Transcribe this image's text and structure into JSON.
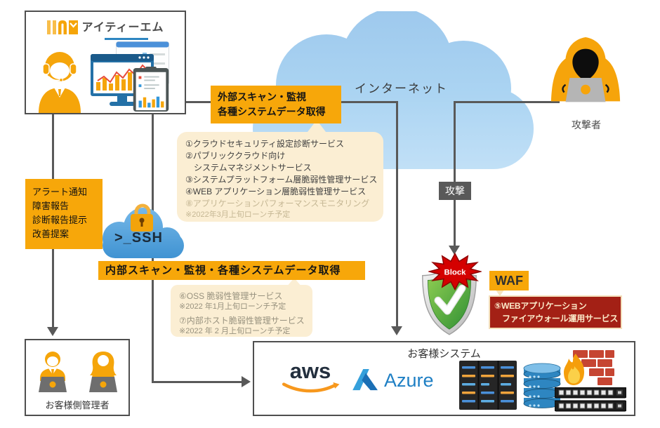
{
  "colors": {
    "accent_orange": "#F7A70A",
    "cream": "#FBEED3",
    "dark_red": "#A32015",
    "line_gray": "#595959",
    "cloud_blue": "#A9D2F1",
    "ssh_cloud_blue": "#4D9FDC",
    "azure_blue": "#1E7FC4",
    "aws_orange": "#F7981D",
    "shield_green": "#49A93C",
    "block_red": "#D40000"
  },
  "itm_box": {
    "logo_text": "アイティーエム"
  },
  "internet": {
    "label": "インターネット"
  },
  "attacker": {
    "label": "攻撃者"
  },
  "attack": {
    "label": "攻撃"
  },
  "block": {
    "label": "Block"
  },
  "external_scan": {
    "line1": "外部スキャン・監視",
    "line2": "各種システムデータ取得"
  },
  "external_services": {
    "items": [
      {
        "text": "①クラウドセキュリティ設定診断サービス"
      },
      {
        "text": "②パブリッククラウド向け"
      },
      {
        "text": "　システムマネジメントサービス"
      },
      {
        "text": "③システムプラットフォーム層脆弱性管理サービス"
      },
      {
        "text": "④WEB アプリケーション層脆弱性管理サービス"
      },
      {
        "text": "⑧アプリケーションパフォーマンスモニタリング"
      },
      {
        "text": "※2022年3月上旬ローンチ予定"
      }
    ]
  },
  "alerts": {
    "lines": [
      "アラート通知",
      "障害報告",
      "診断報告提示",
      "改善提案"
    ]
  },
  "ssh": {
    "label": ">_SSH"
  },
  "internal_scan": {
    "label": "内部スキャン・監視・各種システムデータ取得"
  },
  "internal_services": {
    "items": [
      {
        "text": "⑥OSS 脆弱性管理サービス"
      },
      {
        "text": "※2022 年1月上旬ローンチ予定"
      },
      {
        "text": "⑦内部ホスト脆弱性管理サービス"
      },
      {
        "text": "※2022 年 2 月上旬ローンチ予定"
      }
    ]
  },
  "waf": {
    "label": "WAF",
    "service_line1": "⑤WEBアプリケーション",
    "service_line2": "ファイアウォール運用サービス"
  },
  "customer_system": {
    "title": "お客様システム",
    "aws": "aws",
    "azure": "Azure"
  },
  "customer_admin": {
    "label": "お客様側管理者"
  }
}
